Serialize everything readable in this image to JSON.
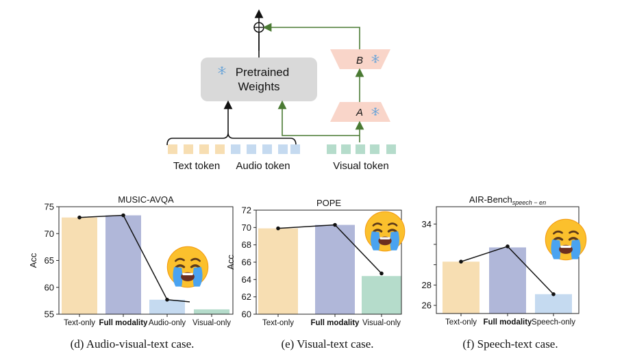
{
  "diagram": {
    "pretrained_label_1": "Pretrained",
    "pretrained_label_2": "Weights",
    "a_label": "A",
    "b_label": "B",
    "text_token": "Text token",
    "audio_token": "Audio token",
    "visual_token": "Visual token",
    "frozen_icon": "snowflake-icon",
    "text_color": "#f7deb2",
    "audio_color": "#c5daf0",
    "visual_color": "#b5dccb",
    "lora_color": "#f9d5c9",
    "weights_color": "#d9d9d9",
    "arrow_green": "#4a7a33"
  },
  "chart_data": [
    {
      "type": "bar",
      "title": "MUSIC-AVQA",
      "ylabel": "Acc",
      "categories": [
        "Text-only",
        "Full modality",
        "Audio-only",
        "Visual-only"
      ],
      "bold_category": "Full modality",
      "values": [
        73.0,
        73.4,
        57.7,
        55.9
      ],
      "line_values": [
        73.0,
        73.4,
        57.7,
        57.3
      ],
      "colors": [
        "#f7deb2",
        "#b0b7d9",
        "#c5daf0",
        "#b5dccb"
      ],
      "ylim": [
        55,
        75
      ],
      "yticks": [
        55,
        60,
        65,
        70,
        75
      ],
      "emoji": "crying-face-icon",
      "caption": "(d) Audio-visual-text case."
    },
    {
      "type": "bar",
      "title": "POPE",
      "ylabel": "Acc",
      "categories": [
        "Text-only",
        "Full modality",
        "Visual-only"
      ],
      "bold_category": "Full modality",
      "values": [
        69.9,
        70.3,
        64.4
      ],
      "line_values": [
        69.9,
        70.3,
        64.7
      ],
      "colors": [
        "#f7deb2",
        "#b0b7d9",
        "#b5dccb"
      ],
      "ylim": [
        60,
        72
      ],
      "yticks": [
        60,
        62,
        64,
        66,
        68,
        70,
        72
      ],
      "emoji": "crying-face-icon",
      "caption": "(e) Visual-text case."
    },
    {
      "type": "bar",
      "title_main": "AIR-Bench",
      "title_sub": "speech − en",
      "ylabel": "",
      "categories": [
        "Text-only",
        "Full modality",
        "Speech-only"
      ],
      "bold_category": "Full modality",
      "values": [
        30.3,
        31.7,
        27.1
      ],
      "line_values": [
        30.3,
        31.8,
        27.1
      ],
      "colors": [
        "#f7deb2",
        "#b0b7d9",
        "#c5daf0"
      ],
      "ylim": [
        25.2,
        35.7
      ],
      "yticks": [
        26,
        28,
        30,
        32,
        34
      ],
      "ytick_labels": [
        "26",
        "28",
        "",
        "",
        "34"
      ],
      "emoji": "crying-face-icon",
      "caption": "(f) Speech-text case."
    }
  ]
}
